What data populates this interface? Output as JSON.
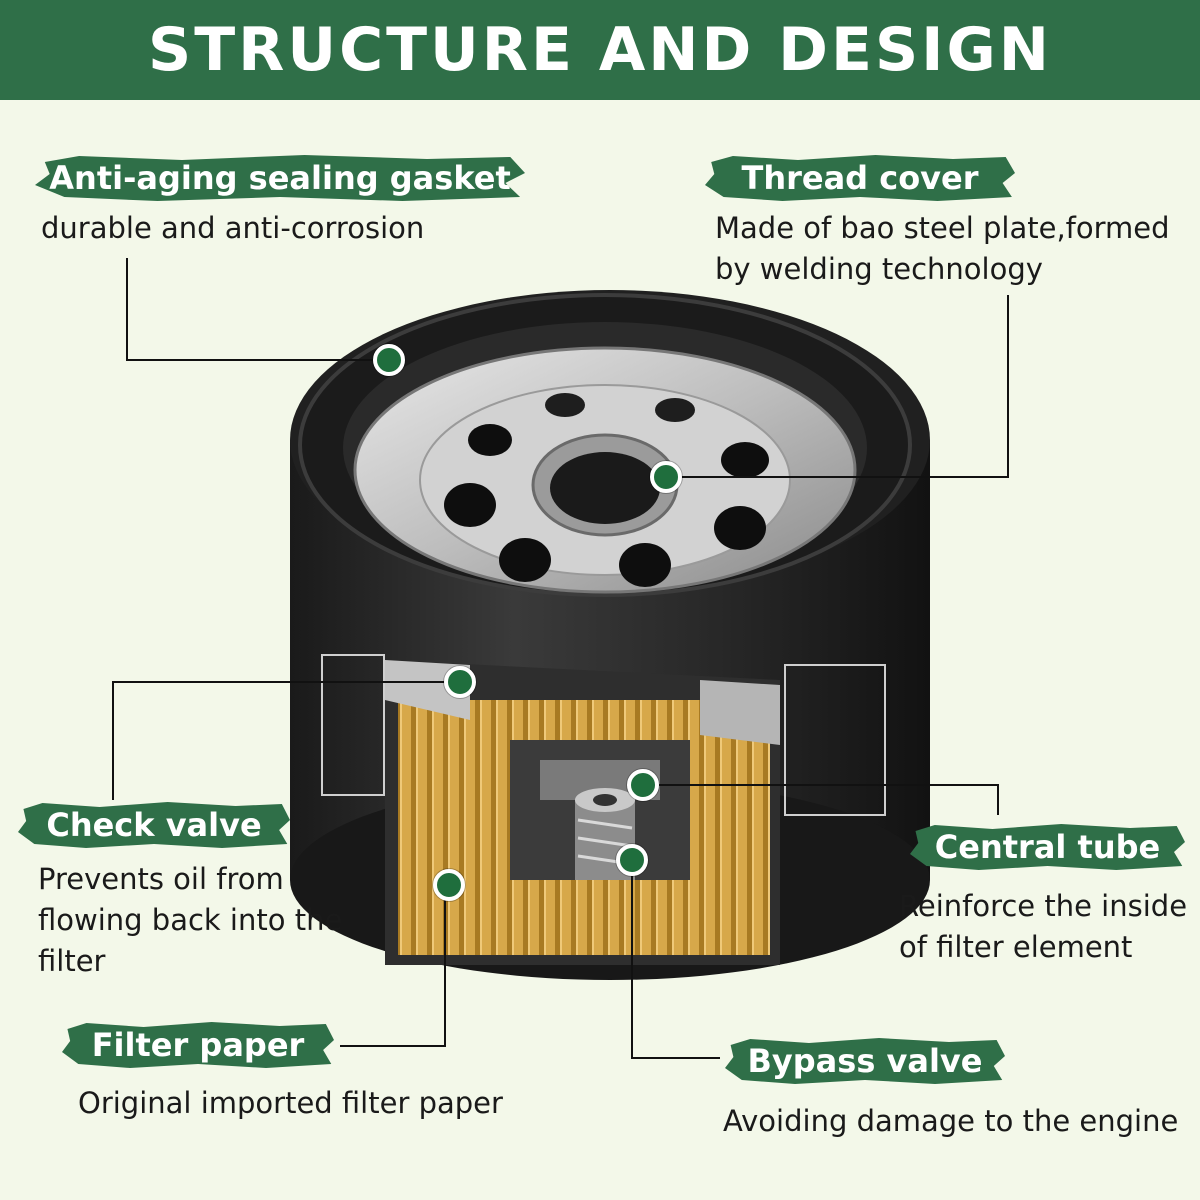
{
  "header": {
    "title": "STRUCTURE AND DESIGN"
  },
  "callouts": {
    "gasket": {
      "title": "Anti-aging sealing gasket",
      "desc": "durable and anti-corrosion"
    },
    "thread": {
      "title": "Thread cover",
      "desc": "Made of bao steel plate,formed by welding technology"
    },
    "check": {
      "title": "Check valve",
      "desc": "Prevents oil from flowing back into the filter"
    },
    "central": {
      "title": "Central tube",
      "desc": "Reinforce the inside of filter element"
    },
    "paper": {
      "title": "Filter paper",
      "desc": "Original imported filter paper"
    },
    "bypass": {
      "title": "Bypass valve",
      "desc": "Avoiding damage to the engine"
    }
  },
  "colors": {
    "accent_green": "#2f6f48",
    "background": "#f3f8e9",
    "filter_body": "#232323",
    "filter_paper": "#d9a844"
  }
}
